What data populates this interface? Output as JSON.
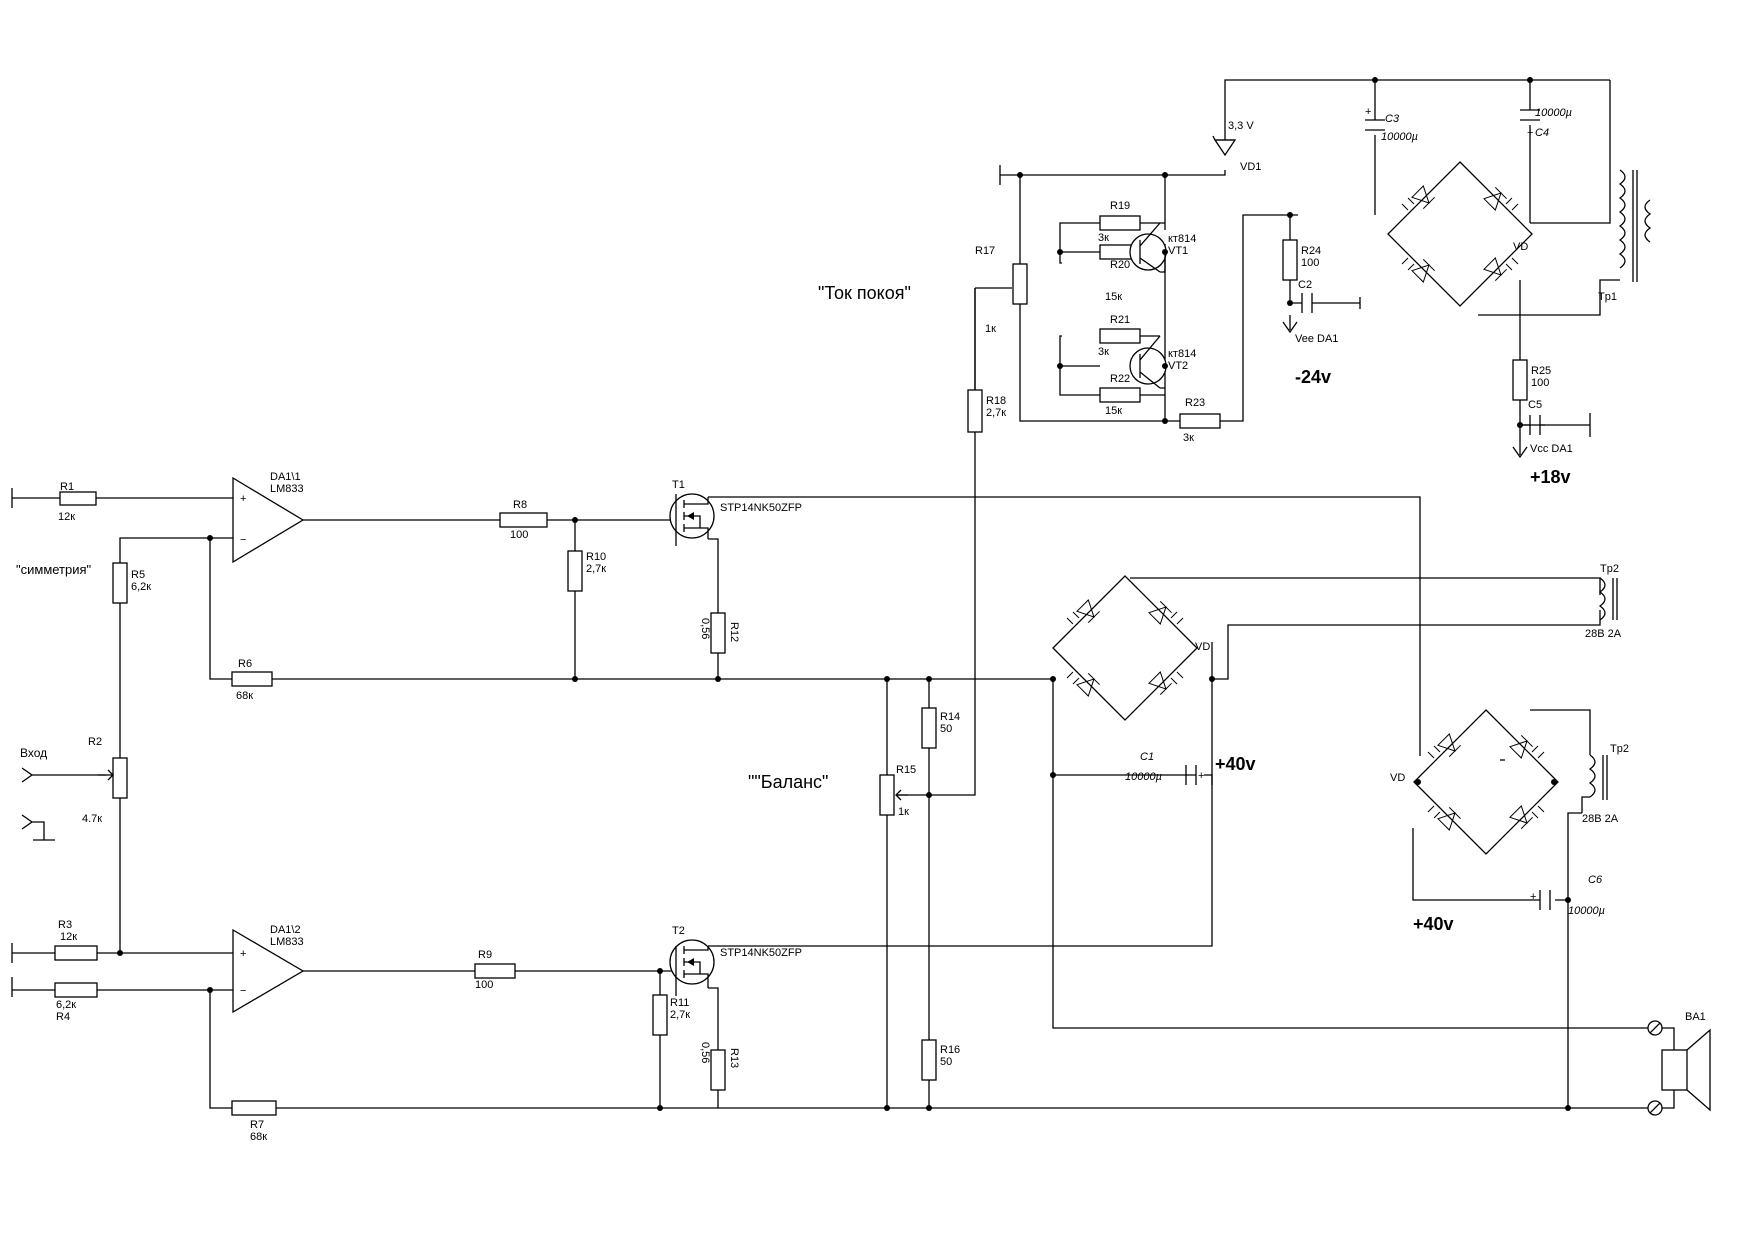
{
  "schematic": {
    "resistors": [
      {
        "id": "R1",
        "value": "12к"
      },
      {
        "id": "R2",
        "value": "4.7к"
      },
      {
        "id": "R3",
        "value": "12к"
      },
      {
        "id": "R4",
        "value": "6,2к"
      },
      {
        "id": "R5",
        "value": "6,2к"
      },
      {
        "id": "R6",
        "value": "68к"
      },
      {
        "id": "R7",
        "value": "68к"
      },
      {
        "id": "R8",
        "value": "100"
      },
      {
        "id": "R9",
        "value": "100"
      },
      {
        "id": "R10",
        "value": "2,7к"
      },
      {
        "id": "R11",
        "value": "2,7к"
      },
      {
        "id": "R12",
        "value": "0,56"
      },
      {
        "id": "R13",
        "value": "0,56"
      },
      {
        "id": "R14",
        "value": "50"
      },
      {
        "id": "R15",
        "value": "1к"
      },
      {
        "id": "R16",
        "value": "50"
      },
      {
        "id": "R17",
        "value": "1к"
      },
      {
        "id": "R18",
        "value": "2,7к"
      },
      {
        "id": "R19",
        "value": "3к"
      },
      {
        "id": "R20",
        "value": "15к"
      },
      {
        "id": "R21",
        "value": "3к"
      },
      {
        "id": "R22",
        "value": "15к"
      },
      {
        "id": "R23",
        "value": "3к"
      },
      {
        "id": "R24",
        "value": "100"
      },
      {
        "id": "R25",
        "value": "100"
      }
    ],
    "opamps": [
      {
        "id": "DA1\\1",
        "part": "LM833"
      },
      {
        "id": "DA1\\2",
        "part": "LM833"
      }
    ],
    "mosfets": [
      {
        "id": "T1",
        "part": "STP14NK50ZFP"
      },
      {
        "id": "T2",
        "part": "STP14NK50ZFP"
      }
    ],
    "bjts": [
      {
        "id": "VT1",
        "part": "кт814"
      },
      {
        "id": "VT2",
        "part": "кт814"
      }
    ],
    "capacitors": [
      {
        "id": "C1",
        "value": "10000µ"
      },
      {
        "id": "C2"
      },
      {
        "id": "C3",
        "value": "10000µ"
      },
      {
        "id": "C4",
        "value": "10000µ"
      },
      {
        "id": "C5"
      },
      {
        "id": "C6",
        "value": "10000µ"
      }
    ],
    "zener": {
      "id": "VD1",
      "value": "3,3 V"
    },
    "bridges": [
      "VD",
      "VD",
      "VD"
    ],
    "transformers": [
      {
        "id": "Tp1"
      },
      {
        "id": "Tp2",
        "rating": "28В 2А"
      },
      {
        "id": "Tp2",
        "rating": "28В 2А"
      }
    ],
    "speaker": "BA1",
    "pins": {
      "plus": "+",
      "minus": "−"
    },
    "labels": {
      "symmetry": "\"симметрия\"",
      "input": "Вход",
      "quiescent": "\"Ток покоя\"",
      "balance": "\"\"Баланс\"",
      "vee": "Vee DA1",
      "vcc": "Vcc DA1",
      "neg24": "-24v",
      "pos18": "+18v",
      "pos40a": "+40v",
      "pos40b": "+40v"
    }
  }
}
